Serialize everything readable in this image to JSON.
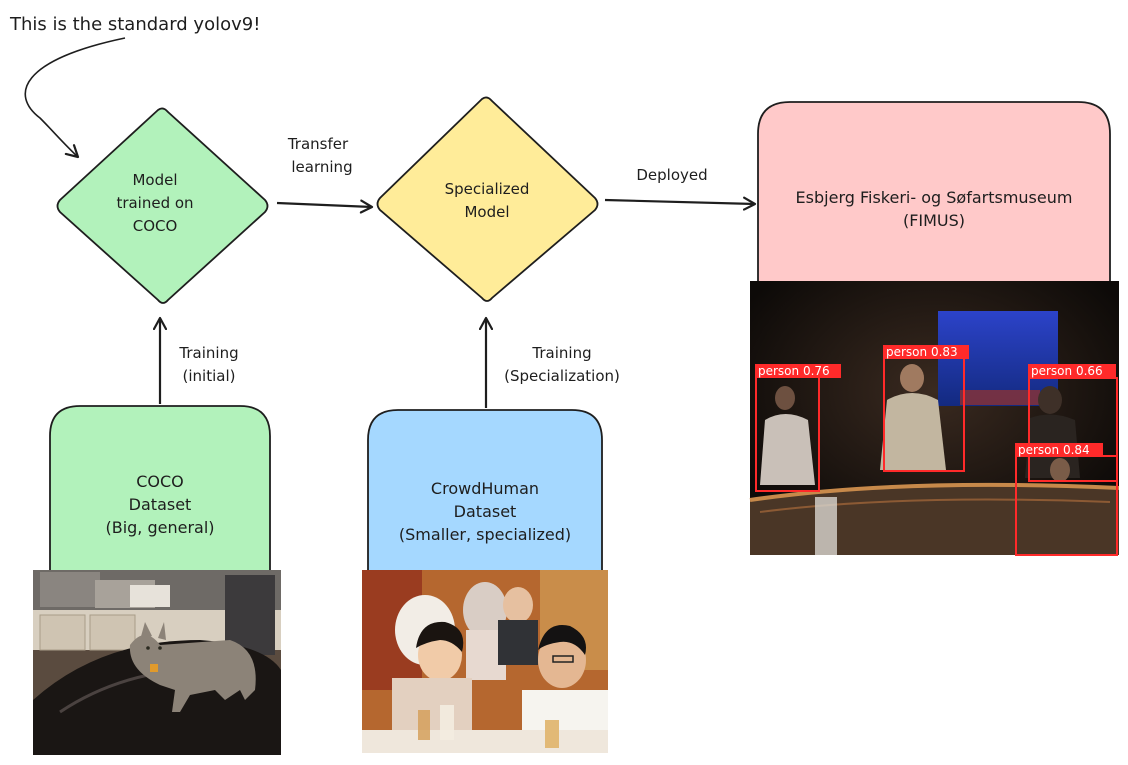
{
  "annotation": "This is the standard yolov9!",
  "nodes": {
    "base_model": {
      "lines": [
        "Model",
        "trained on",
        "COCO"
      ],
      "fill": "#b2f2bb"
    },
    "specialized_model": {
      "lines": [
        "Specialized",
        "Model"
      ],
      "fill": "#ffec99"
    },
    "deployment": {
      "lines": [
        "Esbjerg Fiskeri- og Søfartsmuseum",
        "(FIMUS)"
      ],
      "fill": "#ffc9c9"
    },
    "coco_dataset": {
      "lines": [
        "COCO",
        "Dataset",
        "(Big, general)"
      ],
      "fill": "#b2f2bb"
    },
    "crowdhuman_dataset": {
      "lines": [
        "CrowdHuman",
        "Dataset",
        "(Smaller, specialized)"
      ],
      "fill": "#a5d8ff"
    }
  },
  "edges": {
    "transfer": [
      "Transfer",
      "learning"
    ],
    "deployed": [
      "Deployed"
    ],
    "training_initial": [
      "Training",
      "(initial)"
    ],
    "training_specialization": [
      "Training",
      "(Specialization)"
    ]
  },
  "detections": [
    {
      "label": "person 0.76"
    },
    {
      "label": "person 0.83"
    },
    {
      "label": "person 0.66"
    },
    {
      "label": "person 0.84"
    }
  ],
  "colors": {
    "stroke": "#1e1e1e",
    "detection_box": "#ff2a2a"
  }
}
